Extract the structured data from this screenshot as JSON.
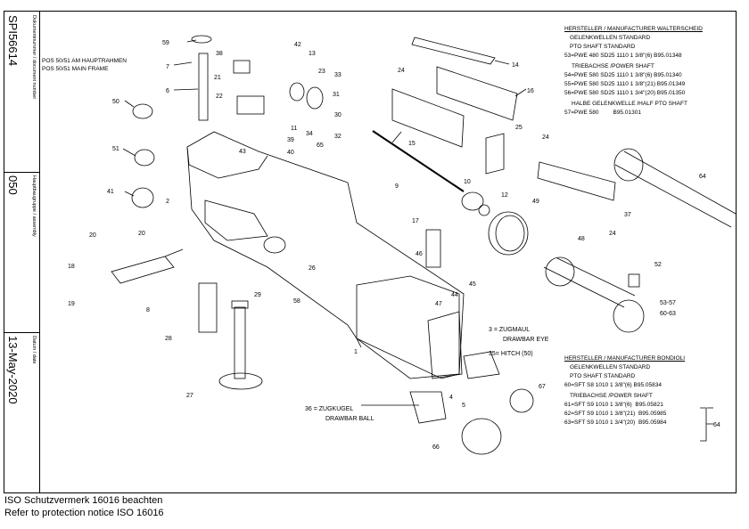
{
  "sidebar": {
    "docno_label": "Dokumentnummer / document number",
    "docno": "SPI56614",
    "group_label": "Hauptbaugruppe / assembly",
    "group": "050",
    "date_label": "Datum / date",
    "date": "13-May-2020"
  },
  "header": {
    "pos_de": "POS 50/51 AM HAUPTRAHMEN",
    "pos_en": "POS 50/51 MAIN FRAME"
  },
  "walterscheid": {
    "title": "HERSTELLER / MANUFACTURER WALTERSCHEID",
    "std_de": "GELENKWELLEN STANDARD",
    "std_en": "PTO SHAFT STANDARD",
    "std_item": "53=PWE 480 SD25 1110 1 3/8\"(6) B95.01348",
    "power_title": "TRIEBACHSE /POWER SHAFT",
    "power_items": [
      "54=PWE 580 SD25 1110 1 3/8\"(6) B95.01340",
      "55=PWE 580 SD25 1110 1 3/8\"(21) B95.01349",
      "56=PWE 580 SD25 1110 1 3/4\"(20) B95.01350"
    ],
    "half_title": "HALBE GELENKWELLE /HALF PTO SHAFT",
    "half_item_code": "57=PWE 580",
    "half_item_no": "B95.01301"
  },
  "bondioli": {
    "title": "HERSTELLER / MANUFACTURER BONDIOLI",
    "std_de": "GELENKWELLEN STANDARD",
    "std_en": "PTO SHAFT STANDARD",
    "std_item": "60=SFT S8 1010 1 3/8\"(6)  B95.05834",
    "power_title": "TRIEBACHSE /POWER SHAFT",
    "power_items": [
      {
        "code": "61=SFT S9 1010 1 3/8\"(6)",
        "no": "B95.05821"
      },
      {
        "code": "62=SFT S9 1010 1 3/8\"(21)",
        "no": "B95.05985"
      },
      {
        "code": "63=SFT S9 1010 1 3/4\"(20)",
        "no": "B95.05984"
      }
    ],
    "bracket_label": "64"
  },
  "notes": {
    "eye_de": "3  = ZUGMAUL",
    "eye_en": "DRAWBAR EYE",
    "hitch": "35= HITCH (50)",
    "ball_de": "36  = ZUGKUGEL",
    "ball_en": "DRAWBAR BALL"
  },
  "footer": {
    "line1": "ISO Schutzvermerk 16016 beachten",
    "line2": "Refer to protection notice ISO 16016"
  },
  "callouts": [
    "59",
    "7",
    "6",
    "38",
    "21",
    "22",
    "42",
    "13",
    "23",
    "33",
    "31",
    "30",
    "32",
    "11",
    "34",
    "65",
    "50",
    "51",
    "41",
    "43",
    "39",
    "40",
    "24",
    "14",
    "16",
    "15",
    "25",
    "9",
    "10",
    "12",
    "49",
    "24",
    "37",
    "48",
    "24",
    "64",
    "2",
    "20",
    "20",
    "18",
    "19",
    "8",
    "26",
    "17",
    "46",
    "47",
    "44",
    "45",
    "29",
    "58",
    "28",
    "27",
    "52",
    "53-57",
    "60-63",
    "1",
    "4",
    "5",
    "67",
    "66"
  ]
}
